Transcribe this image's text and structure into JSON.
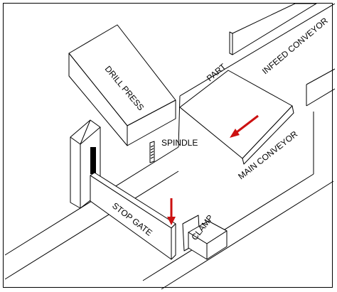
{
  "labels": {
    "drill_press": "DRILL PRESS",
    "part": "PART",
    "infeed_conveyor": "INFEED CONVEYOR",
    "spindle": "SPINDLE",
    "main_conveyor": "MAIN CONVEYOR",
    "stop_gate": "STOP GATE",
    "clamp": "CLAMP"
  },
  "colors": {
    "arrow": "#cc1111",
    "stroke": "#000000",
    "fill": "#ffffff",
    "slot": "#000000"
  }
}
